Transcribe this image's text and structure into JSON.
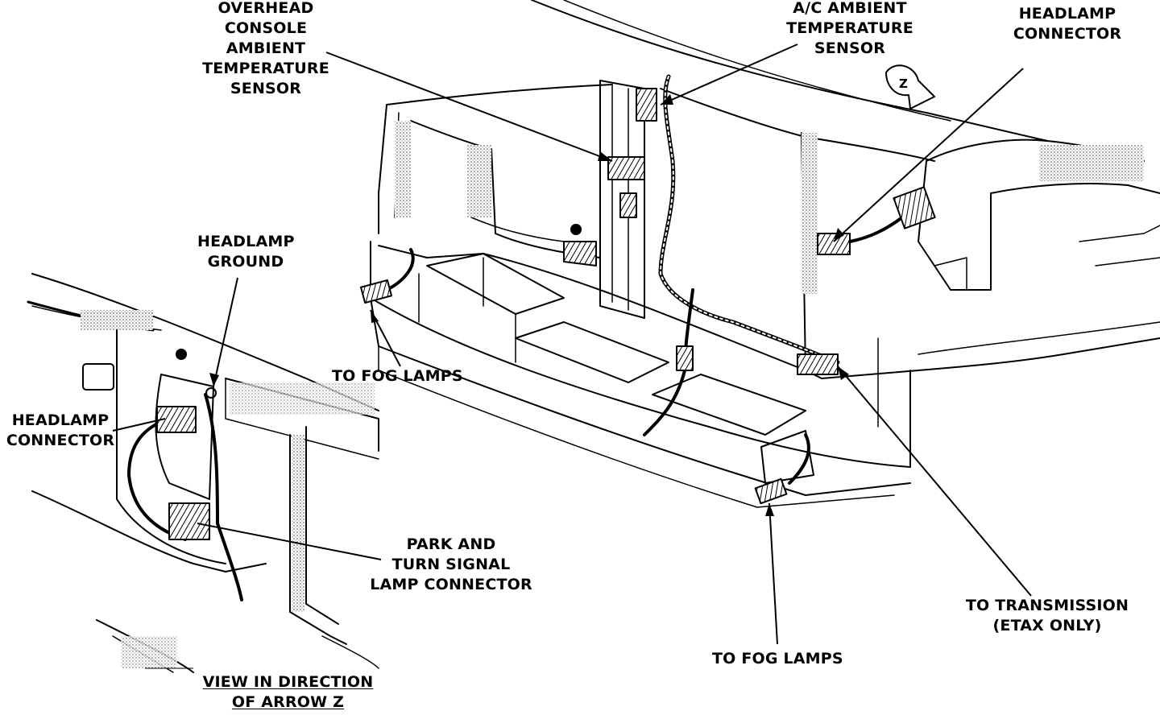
{
  "labels": {
    "overhead_console": [
      "OVERHEAD",
      "CONSOLE",
      "AMBIENT",
      "TEMPERATURE",
      "SENSOR"
    ],
    "ac_ambient": [
      "A/C AMBIENT",
      "TEMPERATURE",
      "SENSOR"
    ],
    "headlamp_connector_right": [
      "HEADLAMP",
      "CONNECTOR"
    ],
    "headlamp_ground": [
      "HEADLAMP",
      "GROUND"
    ],
    "to_fog_lamps_left": "TO FOG LAMPS",
    "headlamp_connector_left": [
      "HEADLAMP",
      "CONNECTOR"
    ],
    "park_turn": [
      "PARK AND",
      "TURN SIGNAL",
      "LAMP CONNECTOR"
    ],
    "to_transmission": [
      "TO TRANSMISSION",
      "(ETAX ONLY)"
    ],
    "to_fog_lamps_bottom": "TO FOG LAMPS",
    "view_direction": [
      "VIEW IN DIRECTION",
      "OF ARROW Z"
    ],
    "arrow_z": "Z"
  },
  "colors": {
    "ink": "#000000",
    "paper": "#ffffff",
    "shade": "#9a9a9a"
  }
}
